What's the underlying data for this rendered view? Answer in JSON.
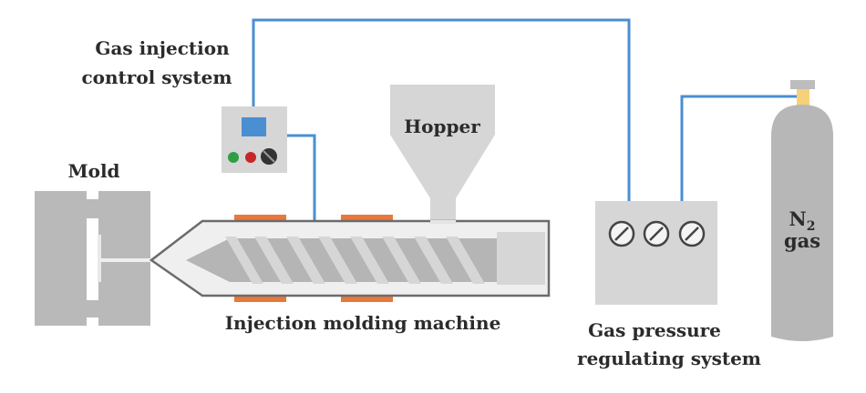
{
  "diagram": {
    "title": "Gas-assisted injection molding system schematic",
    "labels": {
      "gas_injection_control_line1": "Gas injection",
      "gas_injection_control_line2": "control system",
      "mold": "Mold",
      "hopper": "Hopper",
      "injection_machine": "Injection molding machine",
      "gas_pressure_line1": "Gas pressure",
      "gas_pressure_line2": "regulating system",
      "cylinder_formula_main": "N",
      "cylinder_formula_sub": "2",
      "cylinder_gas": "gas"
    },
    "components": [
      {
        "id": "mold",
        "name": "Mold"
      },
      {
        "id": "injection-molding-machine",
        "name": "Injection molding machine"
      },
      {
        "id": "hopper",
        "name": "Hopper"
      },
      {
        "id": "gas-injection-control-system",
        "name": "Gas injection control system"
      },
      {
        "id": "gas-pressure-regulating-system",
        "name": "Gas pressure regulating system",
        "gauges": 3
      },
      {
        "id": "nitrogen-cylinder",
        "name": "N2 gas"
      }
    ],
    "connections": [
      {
        "from": "gas-injection-control-system",
        "to": "gas-pressure-regulating-system",
        "type": "gas line"
      },
      {
        "from": "gas-injection-control-system",
        "to": "injection-molding-machine",
        "type": "gas line"
      },
      {
        "from": "gas-pressure-regulating-system",
        "to": "nitrogen-cylinder",
        "type": "gas line"
      }
    ],
    "colors": {
      "gas_line": "#4a8fd1",
      "heater_band": "#e8793a",
      "equipment_gray": "#d3d3d3",
      "mold_gray": "#b9b9b9",
      "barrel_fill": "#efefef",
      "barrel_outline": "#6b6b6b",
      "screw_dark": "#b5b5b5",
      "screw_flight": "#d6d6d6",
      "display_blue": "#4a8fd1",
      "button_green": "#2e9e44",
      "button_red": "#c62828",
      "knob_dark": "#333333",
      "valve_yellow": "#f6d17a",
      "cylinder_gray": "#b7b7b7",
      "text": "#2b2b2b"
    }
  }
}
